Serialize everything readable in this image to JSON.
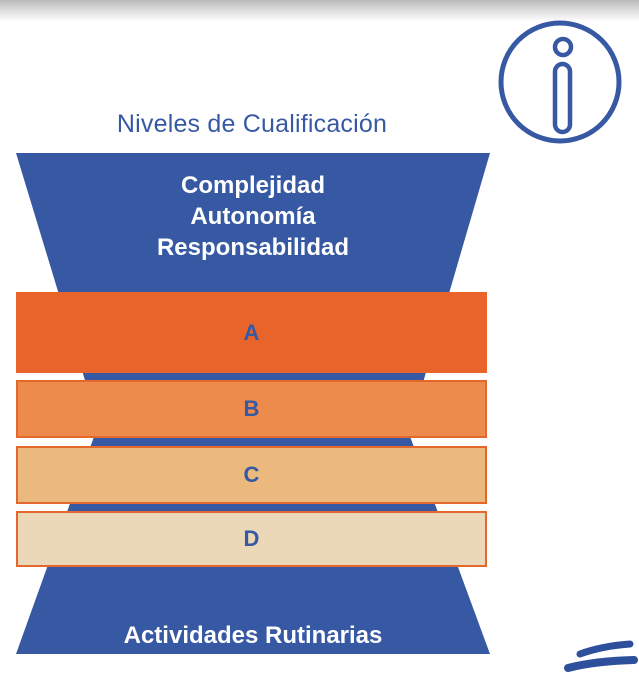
{
  "diagram": {
    "title": "Niveles de Cualificación",
    "top_lines": [
      "Complejidad",
      "Autonomía",
      "Responsabilidad"
    ],
    "bands": [
      {
        "label": "A",
        "color": "#e8642a"
      },
      {
        "label": "B",
        "color": "#ec8b4c"
      },
      {
        "label": "C",
        "color": "#ebb87e"
      },
      {
        "label": "D",
        "color": "#ead8b9"
      }
    ],
    "bottom_label": "Actividades Rutinarias"
  },
  "icons": {
    "info": "info-icon",
    "arrow": "arrow-icon"
  },
  "colors": {
    "funnel_blue": "#3759a4",
    "band_border": "#e4672b",
    "text_white": "#ffffff"
  }
}
